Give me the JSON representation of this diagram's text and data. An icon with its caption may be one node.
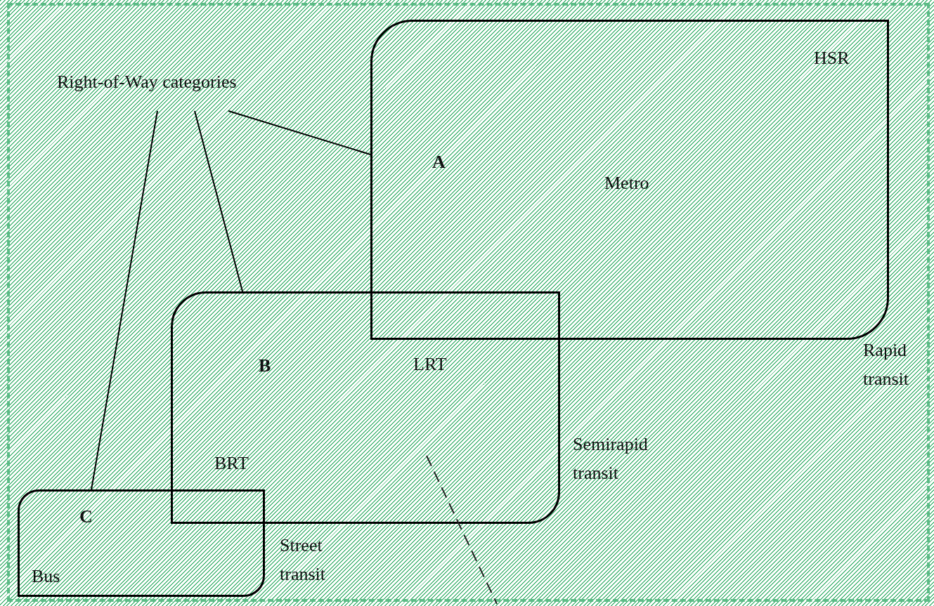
{
  "diagram": {
    "nodes": [
      {
        "text": [
          "Right-of-Way categories"
        ]
      },
      {
        "text": [
          "HSR",
          "A",
          "Metro"
        ],
        "beside": [
          "Rapid transit"
        ]
      },
      {
        "text": [
          "B",
          "LRT",
          "BRT"
        ],
        "beside": [
          "Semirapid transit"
        ]
      },
      {
        "text": [
          "C",
          "Bus"
        ],
        "beside": [
          "Street transit"
        ]
      }
    ],
    "edges": [
      {
        "from": 0,
        "to": 1,
        "arrow": "none"
      },
      {
        "from": 0,
        "to": 2,
        "arrow": "none"
      },
      {
        "from": 0,
        "to": 3,
        "arrow": "none"
      }
    ]
  }
}
